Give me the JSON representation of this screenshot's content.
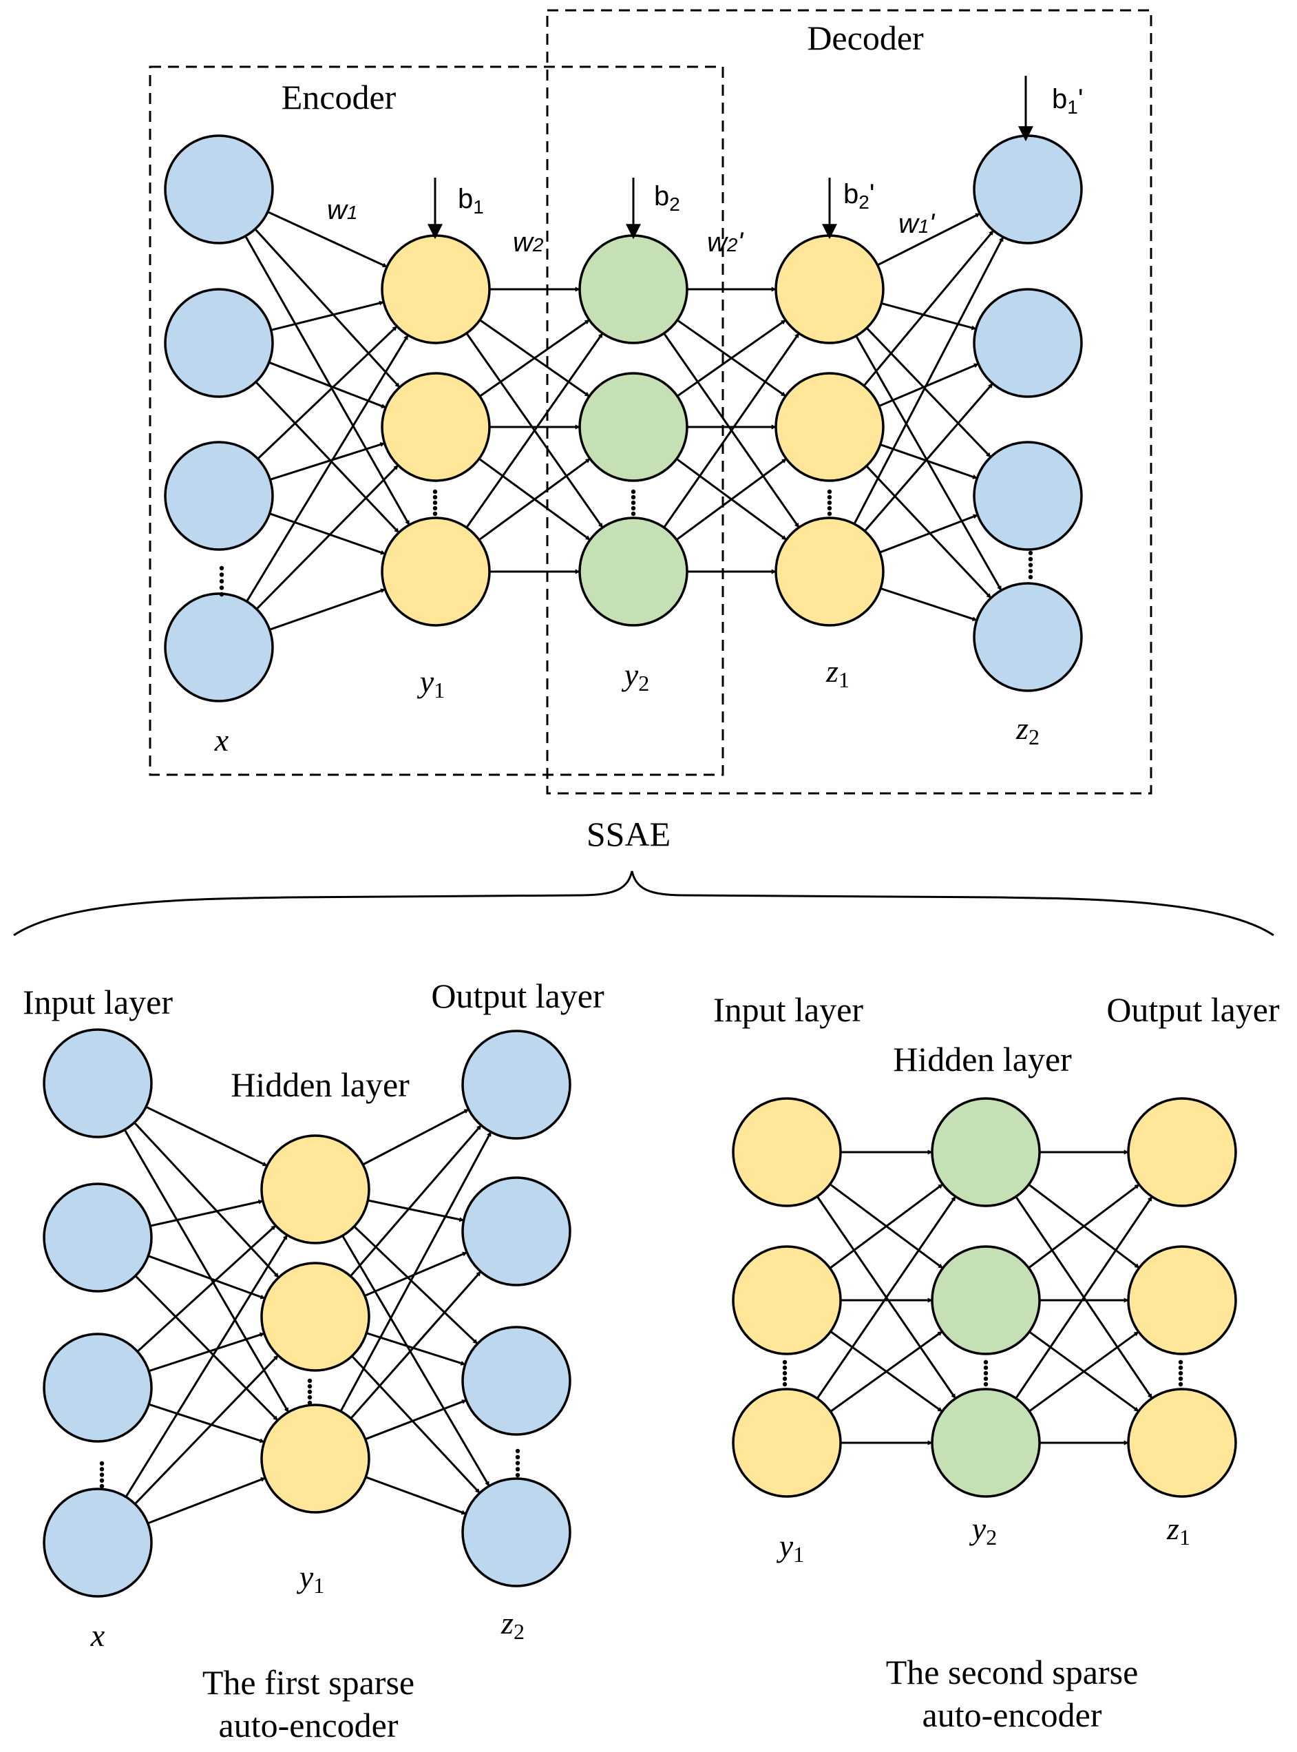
{
  "ssae": {
    "encoder_label": "Encoder",
    "decoder_label": "Decoder",
    "ssae_label": "SSAE",
    "weights": {
      "w1": "w",
      "w1_sub": "1",
      "w2": "w",
      "w2_sub": "2",
      "w2p": "w",
      "w2p_sub": "2",
      "w2p_mark": "'",
      "w1p": "w",
      "w1p_sub": "1",
      "w1p_mark": "'"
    },
    "biases": {
      "b1": "b",
      "b1_sub": "1",
      "b2": "b",
      "b2_sub": "2",
      "b2p": "b",
      "b2p_sub": "2",
      "b2p_mark": "'",
      "b1p": "b",
      "b1p_sub": "1",
      "b1p_mark": "'"
    },
    "layers": {
      "x": {
        "var": "x",
        "sub": ""
      },
      "y1": {
        "var": "y",
        "sub": "1"
      },
      "y2": {
        "var": "y",
        "sub": "2"
      },
      "z1": {
        "var": "z",
        "sub": "1"
      },
      "z2": {
        "var": "z",
        "sub": "2"
      }
    }
  },
  "first_ae": {
    "input_label": "Input layer",
    "hidden_label": "Hidden layer",
    "output_label": "Output layer",
    "caption_line1": "The first sparse",
    "caption_line2": "auto-encoder",
    "x": {
      "var": "x",
      "sub": ""
    },
    "y1": {
      "var": "y",
      "sub": "1"
    },
    "z2": {
      "var": "z",
      "sub": "2"
    }
  },
  "second_ae": {
    "input_label": "Input layer",
    "hidden_label": "Hidden layer",
    "output_label": "Output layer",
    "caption_line1": "The second sparse",
    "caption_line2": "auto-encoder",
    "y1": {
      "var": "y",
      "sub": "1"
    },
    "y2": {
      "var": "y",
      "sub": "2"
    },
    "z1": {
      "var": "z",
      "sub": "1"
    }
  },
  "colors": {
    "blue": "#bdd7ee",
    "yellow": "#ffe699",
    "green": "#c5e0b4"
  }
}
